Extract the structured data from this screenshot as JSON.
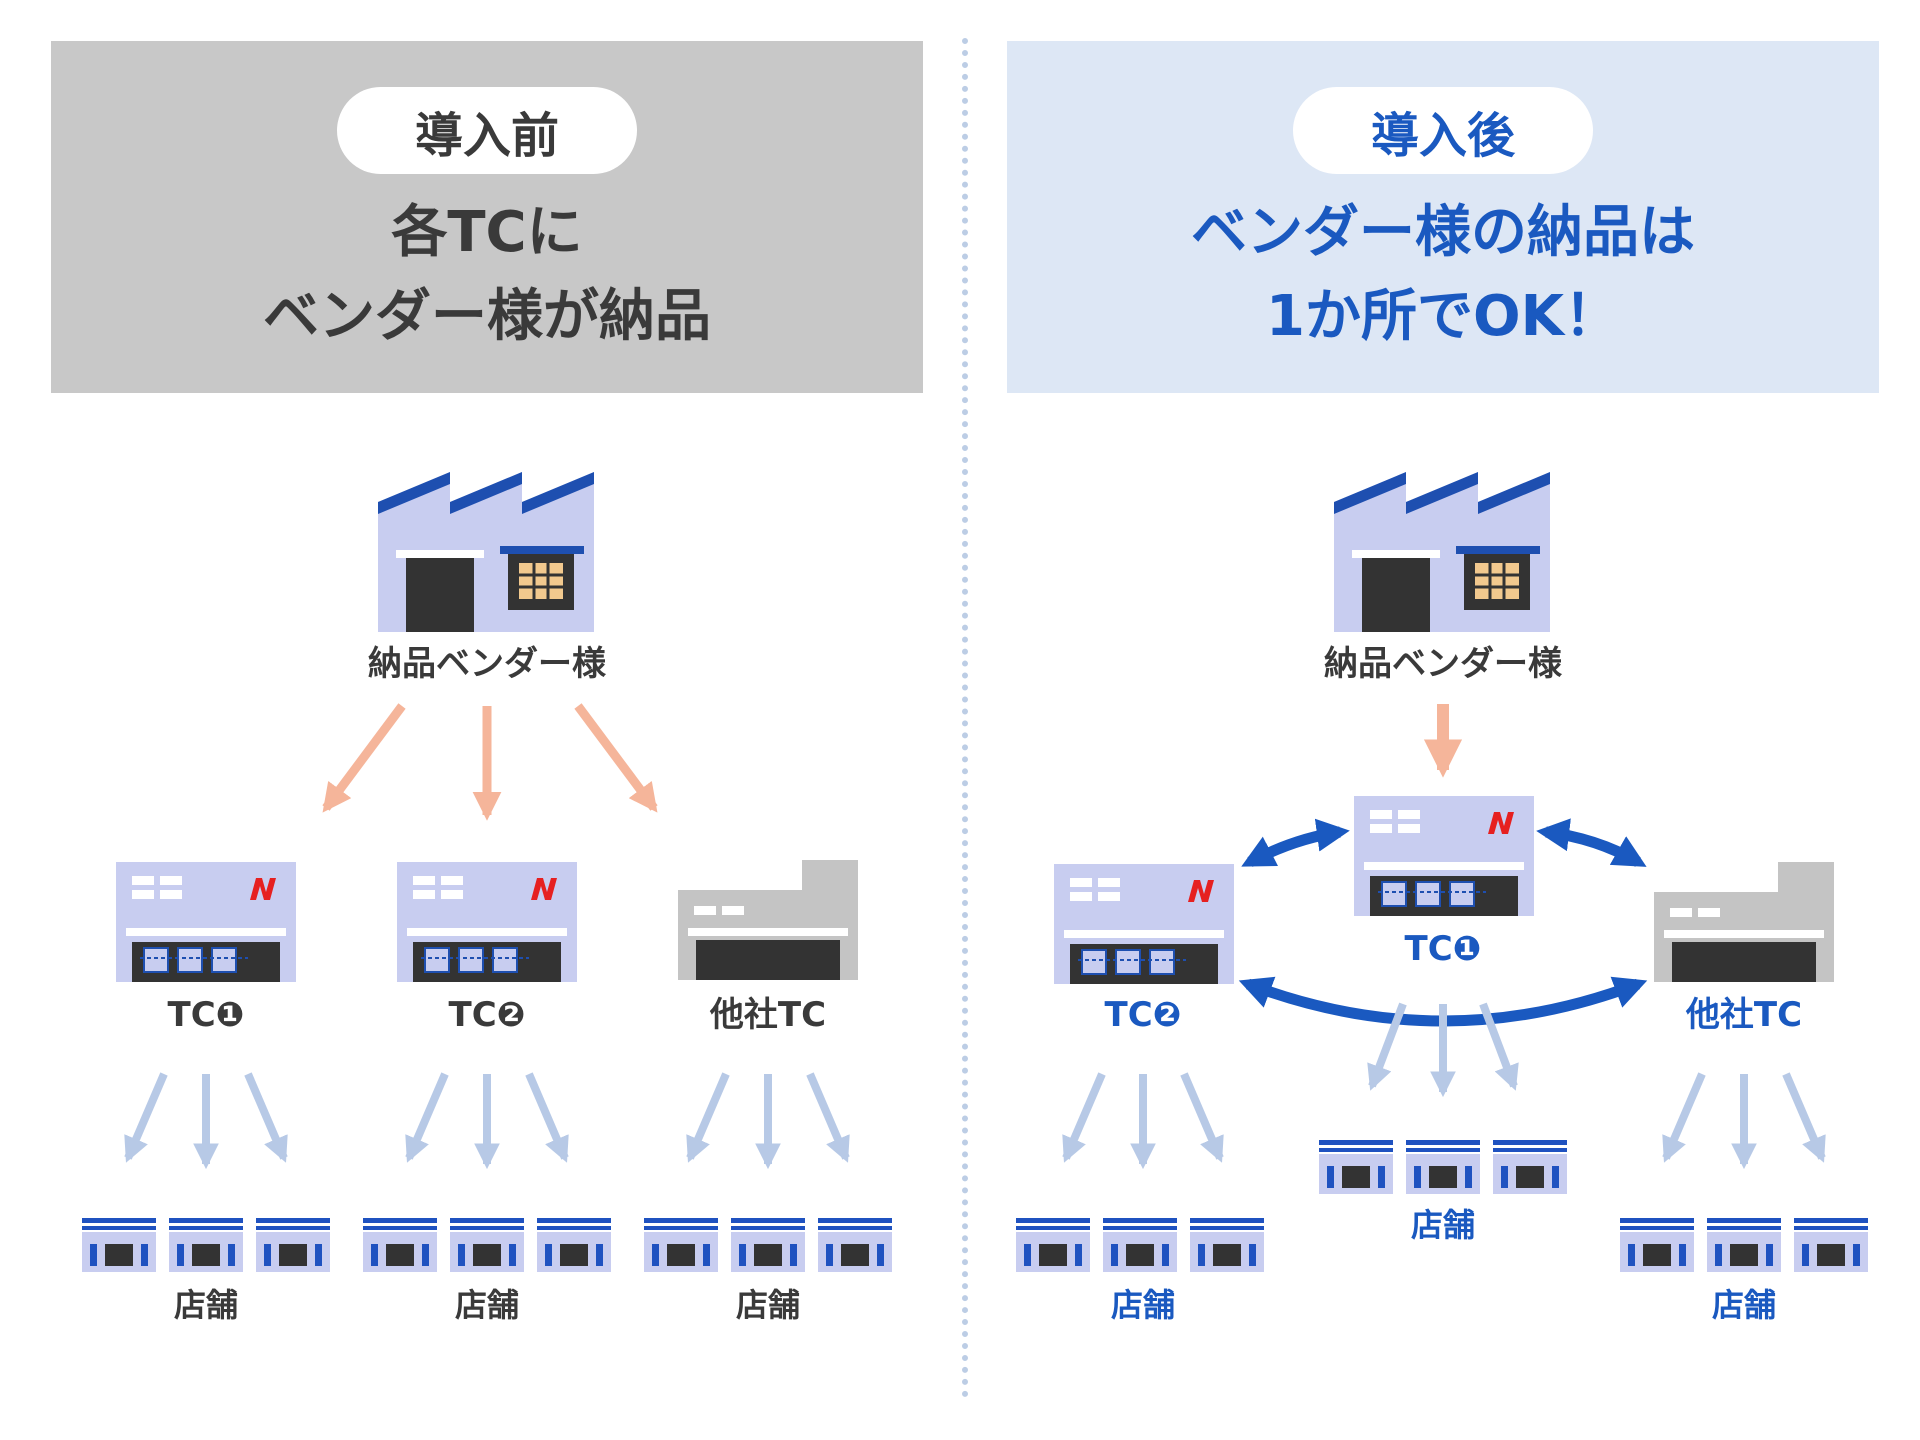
{
  "before": {
    "badge": "導入前",
    "headline_lines": [
      "各TCに",
      "ベンダー様が納品"
    ],
    "vendor_label": "納品ベンダー様",
    "centers": [
      {
        "label": "TC❶",
        "type": "own"
      },
      {
        "label": "TC❷",
        "type": "own"
      },
      {
        "label": "他社TC",
        "type": "other"
      }
    ],
    "store_label": "店舗"
  },
  "after": {
    "badge": "導入後",
    "headline_lines": [
      "ベンダー様の納品は",
      "1か所でOK！"
    ],
    "vendor_label": "納品ベンダー様",
    "hub_label": "TC❶",
    "left_center_label": "TC❷",
    "right_center_label": "他社TC",
    "store_label": "店舗"
  },
  "colors": {
    "factory_body": "#c8cdf0",
    "factory_roof": "#1e4fb0",
    "factory_door": "#333333",
    "factory_window": "#f2c98e",
    "store_stripe": "#1f52c0",
    "store_body": "#c8cdf0",
    "vendor_arrow": "#f5b59a",
    "store_arrow": "#b7c9e6",
    "link_arrow": "#1a59c0",
    "brand_logo": "#e62020",
    "other_tc": "#c4c4c4",
    "text_dark": "#3a3a3a",
    "text_blue": "#1a59c0"
  },
  "icons": [
    "factory-icon",
    "logistics-center-icon",
    "other-company-warehouse-icon",
    "store-icon",
    "brand-n-logo-icon"
  ]
}
